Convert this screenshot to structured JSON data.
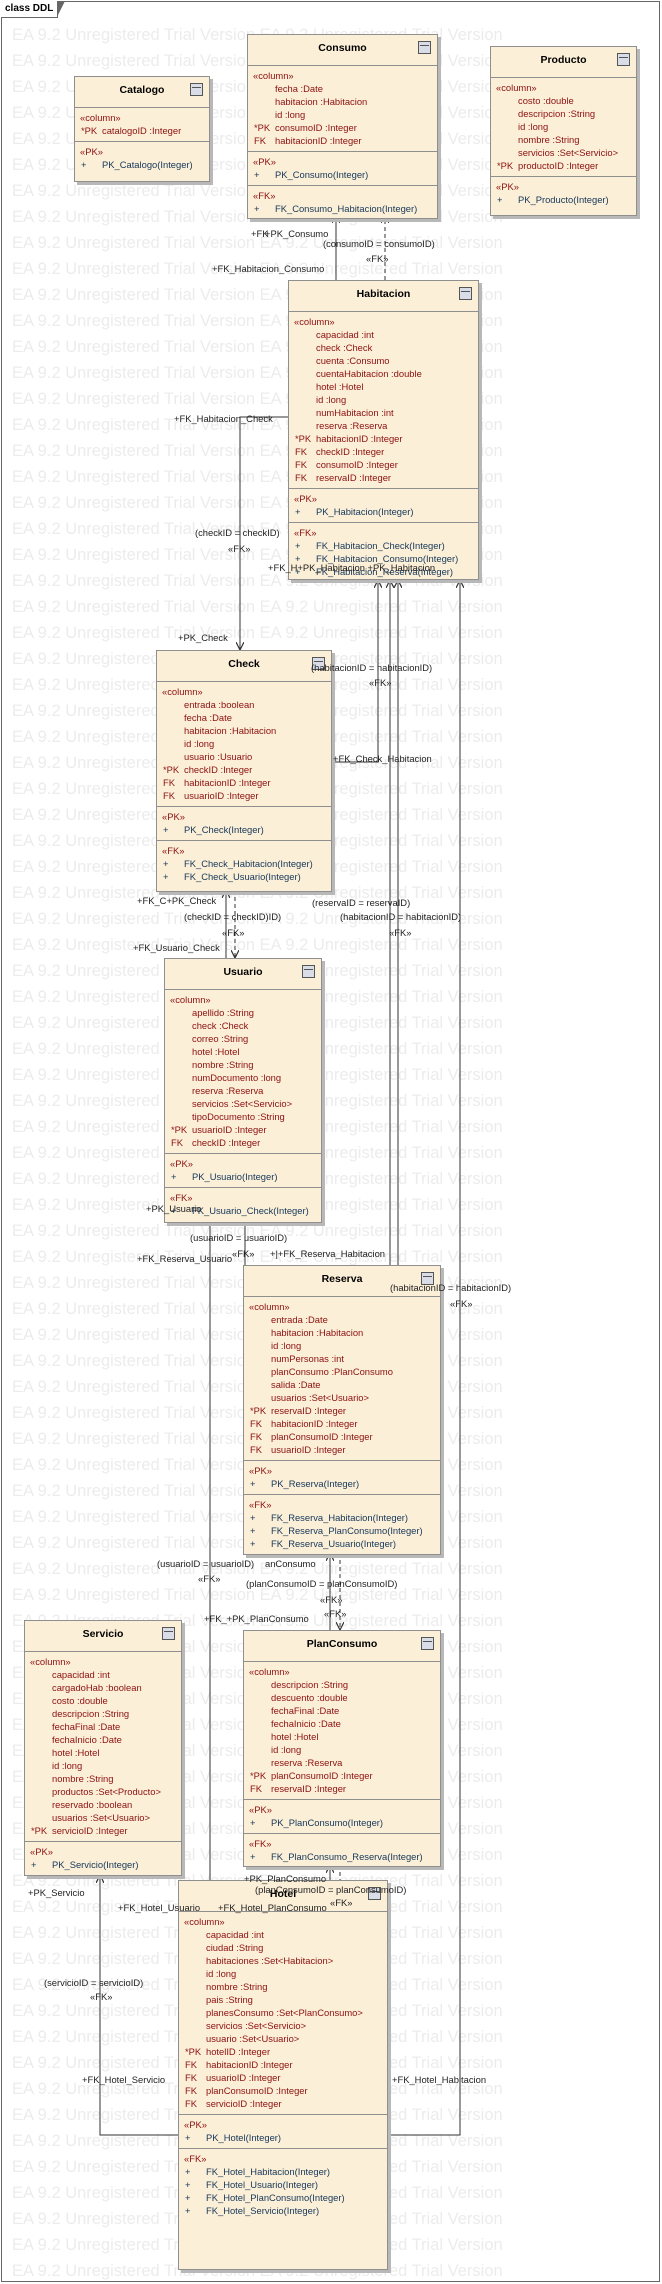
{
  "frame_title": "class DDL",
  "watermark": "EA 9.2 Unregistered Trial Version",
  "classes": {
    "catalogo": {
      "name": "Catalogo",
      "sections": [
        {
          "stereotype": "«column»",
          "members": [
            {
              "prefix": "*PK",
              "text": "catalogoID :Integer"
            }
          ]
        },
        {
          "stereotype": "«PK»",
          "members": [
            {
              "prefix": "+",
              "text": "PK_Catalogo(Integer)"
            }
          ]
        }
      ]
    },
    "consumo": {
      "name": "Consumo",
      "sections": [
        {
          "stereotype": "«column»",
          "members": [
            {
              "prefix": "",
              "text": "fecha :Date"
            },
            {
              "prefix": "",
              "text": "habitacion :Habitacion"
            },
            {
              "prefix": "",
              "text": "id :long"
            },
            {
              "prefix": "*PK",
              "text": "consumoID :Integer"
            },
            {
              "prefix": "FK",
              "text": "habitacionID :Integer"
            }
          ]
        },
        {
          "stereotype": "«PK»",
          "members": [
            {
              "prefix": "+",
              "text": "PK_Consumo(Integer)"
            }
          ]
        },
        {
          "stereotype": "«FK»",
          "members": [
            {
              "prefix": "+",
              "text": "FK_Consumo_Habitacion(Integer)"
            }
          ]
        }
      ]
    },
    "producto": {
      "name": "Producto",
      "sections": [
        {
          "stereotype": "«column»",
          "members": [
            {
              "prefix": "",
              "text": "costo :double"
            },
            {
              "prefix": "",
              "text": "descripcion :String"
            },
            {
              "prefix": "",
              "text": "id :long"
            },
            {
              "prefix": "",
              "text": "nombre :String"
            },
            {
              "prefix": "",
              "text": "servicios :Set<Servicio>"
            },
            {
              "prefix": "*PK",
              "text": "productoID :Integer"
            }
          ]
        },
        {
          "stereotype": "«PK»",
          "members": [
            {
              "prefix": "+",
              "text": "PK_Producto(Integer)"
            }
          ]
        }
      ]
    },
    "habitacion": {
      "name": "Habitacion",
      "sections": [
        {
          "stereotype": "«column»",
          "members": [
            {
              "prefix": "",
              "text": "capacidad :int"
            },
            {
              "prefix": "",
              "text": "check :Check"
            },
            {
              "prefix": "",
              "text": "cuenta :Consumo"
            },
            {
              "prefix": "",
              "text": "cuentaHabitacion :double"
            },
            {
              "prefix": "",
              "text": "hotel :Hotel"
            },
            {
              "prefix": "",
              "text": "id :long"
            },
            {
              "prefix": "",
              "text": "numHabitacion :int"
            },
            {
              "prefix": "",
              "text": "reserva :Reserva"
            },
            {
              "prefix": "*PK",
              "text": "habitacionID :Integer"
            },
            {
              "prefix": "FK",
              "text": "checkID :Integer"
            },
            {
              "prefix": "FK",
              "text": "consumoID :Integer"
            },
            {
              "prefix": "FK",
              "text": "reservaID :Integer"
            }
          ]
        },
        {
          "stereotype": "«PK»",
          "members": [
            {
              "prefix": "+",
              "text": "PK_Habitacion(Integer)"
            }
          ]
        },
        {
          "stereotype": "«FK»",
          "members": [
            {
              "prefix": "+",
              "text": "FK_Habitacion_Check(Integer)"
            },
            {
              "prefix": "+",
              "text": "FK_Habitacion_Consumo(Integer)"
            },
            {
              "prefix": "+",
              "text": "FK_Habitacion_Reserva(Integer)"
            }
          ]
        }
      ]
    },
    "check": {
      "name": "Check",
      "sections": [
        {
          "stereotype": "«column»",
          "members": [
            {
              "prefix": "",
              "text": "entrada :boolean"
            },
            {
              "prefix": "",
              "text": "fecha :Date"
            },
            {
              "prefix": "",
              "text": "habitacion :Habitacion"
            },
            {
              "prefix": "",
              "text": "id :long"
            },
            {
              "prefix": "",
              "text": "usuario :Usuario"
            },
            {
              "prefix": "*PK",
              "text": "checkID :Integer"
            },
            {
              "prefix": "FK",
              "text": "habitacionID :Integer"
            },
            {
              "prefix": "FK",
              "text": "usuarioID :Integer"
            }
          ]
        },
        {
          "stereotype": "«PK»",
          "members": [
            {
              "prefix": "+",
              "text": "PK_Check(Integer)"
            }
          ]
        },
        {
          "stereotype": "«FK»",
          "members": [
            {
              "prefix": "+",
              "text": "FK_Check_Habitacion(Integer)"
            },
            {
              "prefix": "+",
              "text": "FK_Check_Usuario(Integer)"
            }
          ]
        }
      ]
    },
    "usuario": {
      "name": "Usuario",
      "sections": [
        {
          "stereotype": "«column»",
          "members": [
            {
              "prefix": "",
              "text": "apellido :String"
            },
            {
              "prefix": "",
              "text": "check :Check"
            },
            {
              "prefix": "",
              "text": "correo :String"
            },
            {
              "prefix": "",
              "text": "hotel :Hotel"
            },
            {
              "prefix": "",
              "text": "nombre :String"
            },
            {
              "prefix": "",
              "text": "numDocumento :long"
            },
            {
              "prefix": "",
              "text": "reserva :Reserva"
            },
            {
              "prefix": "",
              "text": "servicios :Set<Servicio>"
            },
            {
              "prefix": "",
              "text": "tipoDocumento :String"
            },
            {
              "prefix": "*PK",
              "text": "usuarioID :Integer"
            },
            {
              "prefix": "FK",
              "text": "checkID :Integer"
            }
          ]
        },
        {
          "stereotype": "«PK»",
          "members": [
            {
              "prefix": "+",
              "text": "PK_Usuario(Integer)"
            }
          ]
        },
        {
          "stereotype": "«FK»",
          "members": [
            {
              "prefix": "+",
              "text": "FK_Usuario_Check(Integer)"
            }
          ]
        }
      ]
    },
    "reserva": {
      "name": "Reserva",
      "sections": [
        {
          "stereotype": "«column»",
          "members": [
            {
              "prefix": "",
              "text": "entrada :Date"
            },
            {
              "prefix": "",
              "text": "habitacion :Habitacion"
            },
            {
              "prefix": "",
              "text": "id :long"
            },
            {
              "prefix": "",
              "text": "numPersonas :int"
            },
            {
              "prefix": "",
              "text": "planConsumo :PlanConsumo"
            },
            {
              "prefix": "",
              "text": "salida :Date"
            },
            {
              "prefix": "",
              "text": "usuarios :Set<Usuario>"
            },
            {
              "prefix": "*PK",
              "text": "reservaID :Integer"
            },
            {
              "prefix": "FK",
              "text": "habitacionID :Integer"
            },
            {
              "prefix": "FK",
              "text": "planConsumoID :Integer"
            },
            {
              "prefix": "FK",
              "text": "usuarioID :Integer"
            }
          ]
        },
        {
          "stereotype": "«PK»",
          "members": [
            {
              "prefix": "+",
              "text": "PK_Reserva(Integer)"
            }
          ]
        },
        {
          "stereotype": "«FK»",
          "members": [
            {
              "prefix": "+",
              "text": "FK_Reserva_Habitacion(Integer)"
            },
            {
              "prefix": "+",
              "text": "FK_Reserva_PlanConsumo(Integer)"
            },
            {
              "prefix": "+",
              "text": "FK_Reserva_Usuario(Integer)"
            }
          ]
        }
      ]
    },
    "servicio": {
      "name": "Servicio",
      "sections": [
        {
          "stereotype": "«column»",
          "members": [
            {
              "prefix": "",
              "text": "capacidad :int"
            },
            {
              "prefix": "",
              "text": "cargadoHab :boolean"
            },
            {
              "prefix": "",
              "text": "costo :double"
            },
            {
              "prefix": "",
              "text": "descripcion :String"
            },
            {
              "prefix": "",
              "text": "fechaFinal :Date"
            },
            {
              "prefix": "",
              "text": "fechaInicio :Date"
            },
            {
              "prefix": "",
              "text": "hotel :Hotel"
            },
            {
              "prefix": "",
              "text": "id :long"
            },
            {
              "prefix": "",
              "text": "nombre :String"
            },
            {
              "prefix": "",
              "text": "productos :Set<Producto>"
            },
            {
              "prefix": "",
              "text": "reservado :boolean"
            },
            {
              "prefix": "",
              "text": "usuarios :Set<Usuario>"
            },
            {
              "prefix": "*PK",
              "text": "servicioID :Integer"
            }
          ]
        },
        {
          "stereotype": "«PK»",
          "members": [
            {
              "prefix": "+",
              "text": "PK_Servicio(Integer)"
            }
          ]
        }
      ]
    },
    "planconsumo": {
      "name": "PlanConsumo",
      "sections": [
        {
          "stereotype": "«column»",
          "members": [
            {
              "prefix": "",
              "text": "descripcion :String"
            },
            {
              "prefix": "",
              "text": "descuento :double"
            },
            {
              "prefix": "",
              "text": "fechaFinal :Date"
            },
            {
              "prefix": "",
              "text": "fechaInicio :Date"
            },
            {
              "prefix": "",
              "text": "hotel :Hotel"
            },
            {
              "prefix": "",
              "text": "id :long"
            },
            {
              "prefix": "",
              "text": "reserva :Reserva"
            },
            {
              "prefix": "*PK",
              "text": "planConsumoID :Integer"
            },
            {
              "prefix": "FK",
              "text": "reservaID :Integer"
            }
          ]
        },
        {
          "stereotype": "«PK»",
          "members": [
            {
              "prefix": "+",
              "text": "PK_PlanConsumo(Integer)"
            }
          ]
        },
        {
          "stereotype": "«FK»",
          "members": [
            {
              "prefix": "+",
              "text": "FK_PlanConsumo_Reserva(Integer)"
            }
          ]
        }
      ]
    },
    "hotel": {
      "name": "Hotel",
      "sections": [
        {
          "stereotype": "«column»",
          "members": [
            {
              "prefix": "",
              "text": "capacidad :int"
            },
            {
              "prefix": "",
              "text": "ciudad :String"
            },
            {
              "prefix": "",
              "text": "habitaciones :Set<Habitacion>"
            },
            {
              "prefix": "",
              "text": "id :long"
            },
            {
              "prefix": "",
              "text": "nombre :String"
            },
            {
              "prefix": "",
              "text": "pais :String"
            },
            {
              "prefix": "",
              "text": "planesConsumo :Set<PlanConsumo>"
            },
            {
              "prefix": "",
              "text": "servicios :Set<Servicio>"
            },
            {
              "prefix": "",
              "text": "usuario :Set<Usuario>"
            },
            {
              "prefix": "*PK",
              "text": "hotelID :Integer"
            },
            {
              "prefix": "FK",
              "text": "habitacionID :Integer"
            },
            {
              "prefix": "FK",
              "text": "usuarioID :Integer"
            },
            {
              "prefix": "FK",
              "text": "planConsumoID :Integer"
            },
            {
              "prefix": "FK",
              "text": "servicioID :Integer"
            }
          ]
        },
        {
          "stereotype": "«PK»",
          "members": [
            {
              "prefix": "+",
              "text": "PK_Hotel(Integer)"
            }
          ]
        },
        {
          "stereotype": "«FK»",
          "members": [
            {
              "prefix": "+",
              "text": "FK_Hotel_Habitacion(Integer)"
            },
            {
              "prefix": "+",
              "text": "FK_Hotel_Usuario(Integer)"
            },
            {
              "prefix": "+",
              "text": "FK_Hotel_PlanConsumo(Integer)"
            },
            {
              "prefix": "+",
              "text": "FK_Hotel_Servicio(Integer)"
            }
          ]
        }
      ]
    }
  },
  "connector_labels": {
    "fk_pk_consumo": "+FK",
    "pk_consumo": "+PK_Consumo",
    "consumo_join": "(consumoID = consumoID)",
    "fk_stereo_1": "«FK»",
    "fk_habitacion_consumo": "+FK_Habitacion_Consumo",
    "fk_habitacion_check": "+FK_Habitacion_Check",
    "check_join_1": "(checkID = checkID)",
    "fk_stereo_2": "«FK»",
    "fk_h_pk_habitacion": "+FK_H+PK_Habitacion +PK_Habitacion",
    "pk_check_1": "+PK_Check",
    "habitacion_join_1": "(habitacionID = habitacionID)",
    "fk_stereo_3": "«FK»",
    "fk_check_habitacion": "+FK_Check_Habitacion",
    "fk_check_c": "+FK_C+PK_Check",
    "check_join_2": "(checkID = checkID)ID)",
    "fk_stereo_4": "«FK»",
    "fk_usuario_check": "+FK_Usuario_Check",
    "reserva_join": "(reservaID = reservaID)",
    "habitacion_join_2": "(habitacionID = habitacionID)",
    "fk_stereo_5": "«FK»",
    "pk_usuario_1": "+PK_Usuario",
    "usuario_join_1": "(usuarioID = usuarioID)",
    "fk_reserva_usuario": "+FK_Reserva_Usuario",
    "fk_stereo_6": "«FK»",
    "fk_reserva_habitacion": "+|+FK_Reserva_Habitacion",
    "habitacion_join_3": "(habitacionID = habitacionID)",
    "fk_stereo_7": "«FK»",
    "usuario_join_2": "(usuarioID = usuarioID)",
    "an_consumo": "anConsumo",
    "fk_stereo_8": "«FK»",
    "plan_join_1": "(planConsumoID = planConsumoID)",
    "fk_stereo_9": "«FK»",
    "pk_fk_planconsumo": "+FK_+PK_PlanConsumo",
    "fk_stereo_10": "«FK»",
    "pk_servicio": "+PK_Servicio",
    "pk_planconsumo": "+PK_PlanConsumo",
    "plan_join_2": "(planConsumoID = planConsumoID)",
    "fk_hotel_usuario": "+FK_Hotel_Usuario",
    "fk_hotel_planconsumo": "+FK_Hotel_PlanConsumo",
    "fk_stereo_11": "«FK»",
    "servicio_join": "(servicioID = servicioID)",
    "fk_stereo_12": "«FK»",
    "fk_hotel_servicio": "+FK_Hotel_Servicio",
    "fk_hotel_habitacion": "+FK_Hotel_Habitacion"
  }
}
